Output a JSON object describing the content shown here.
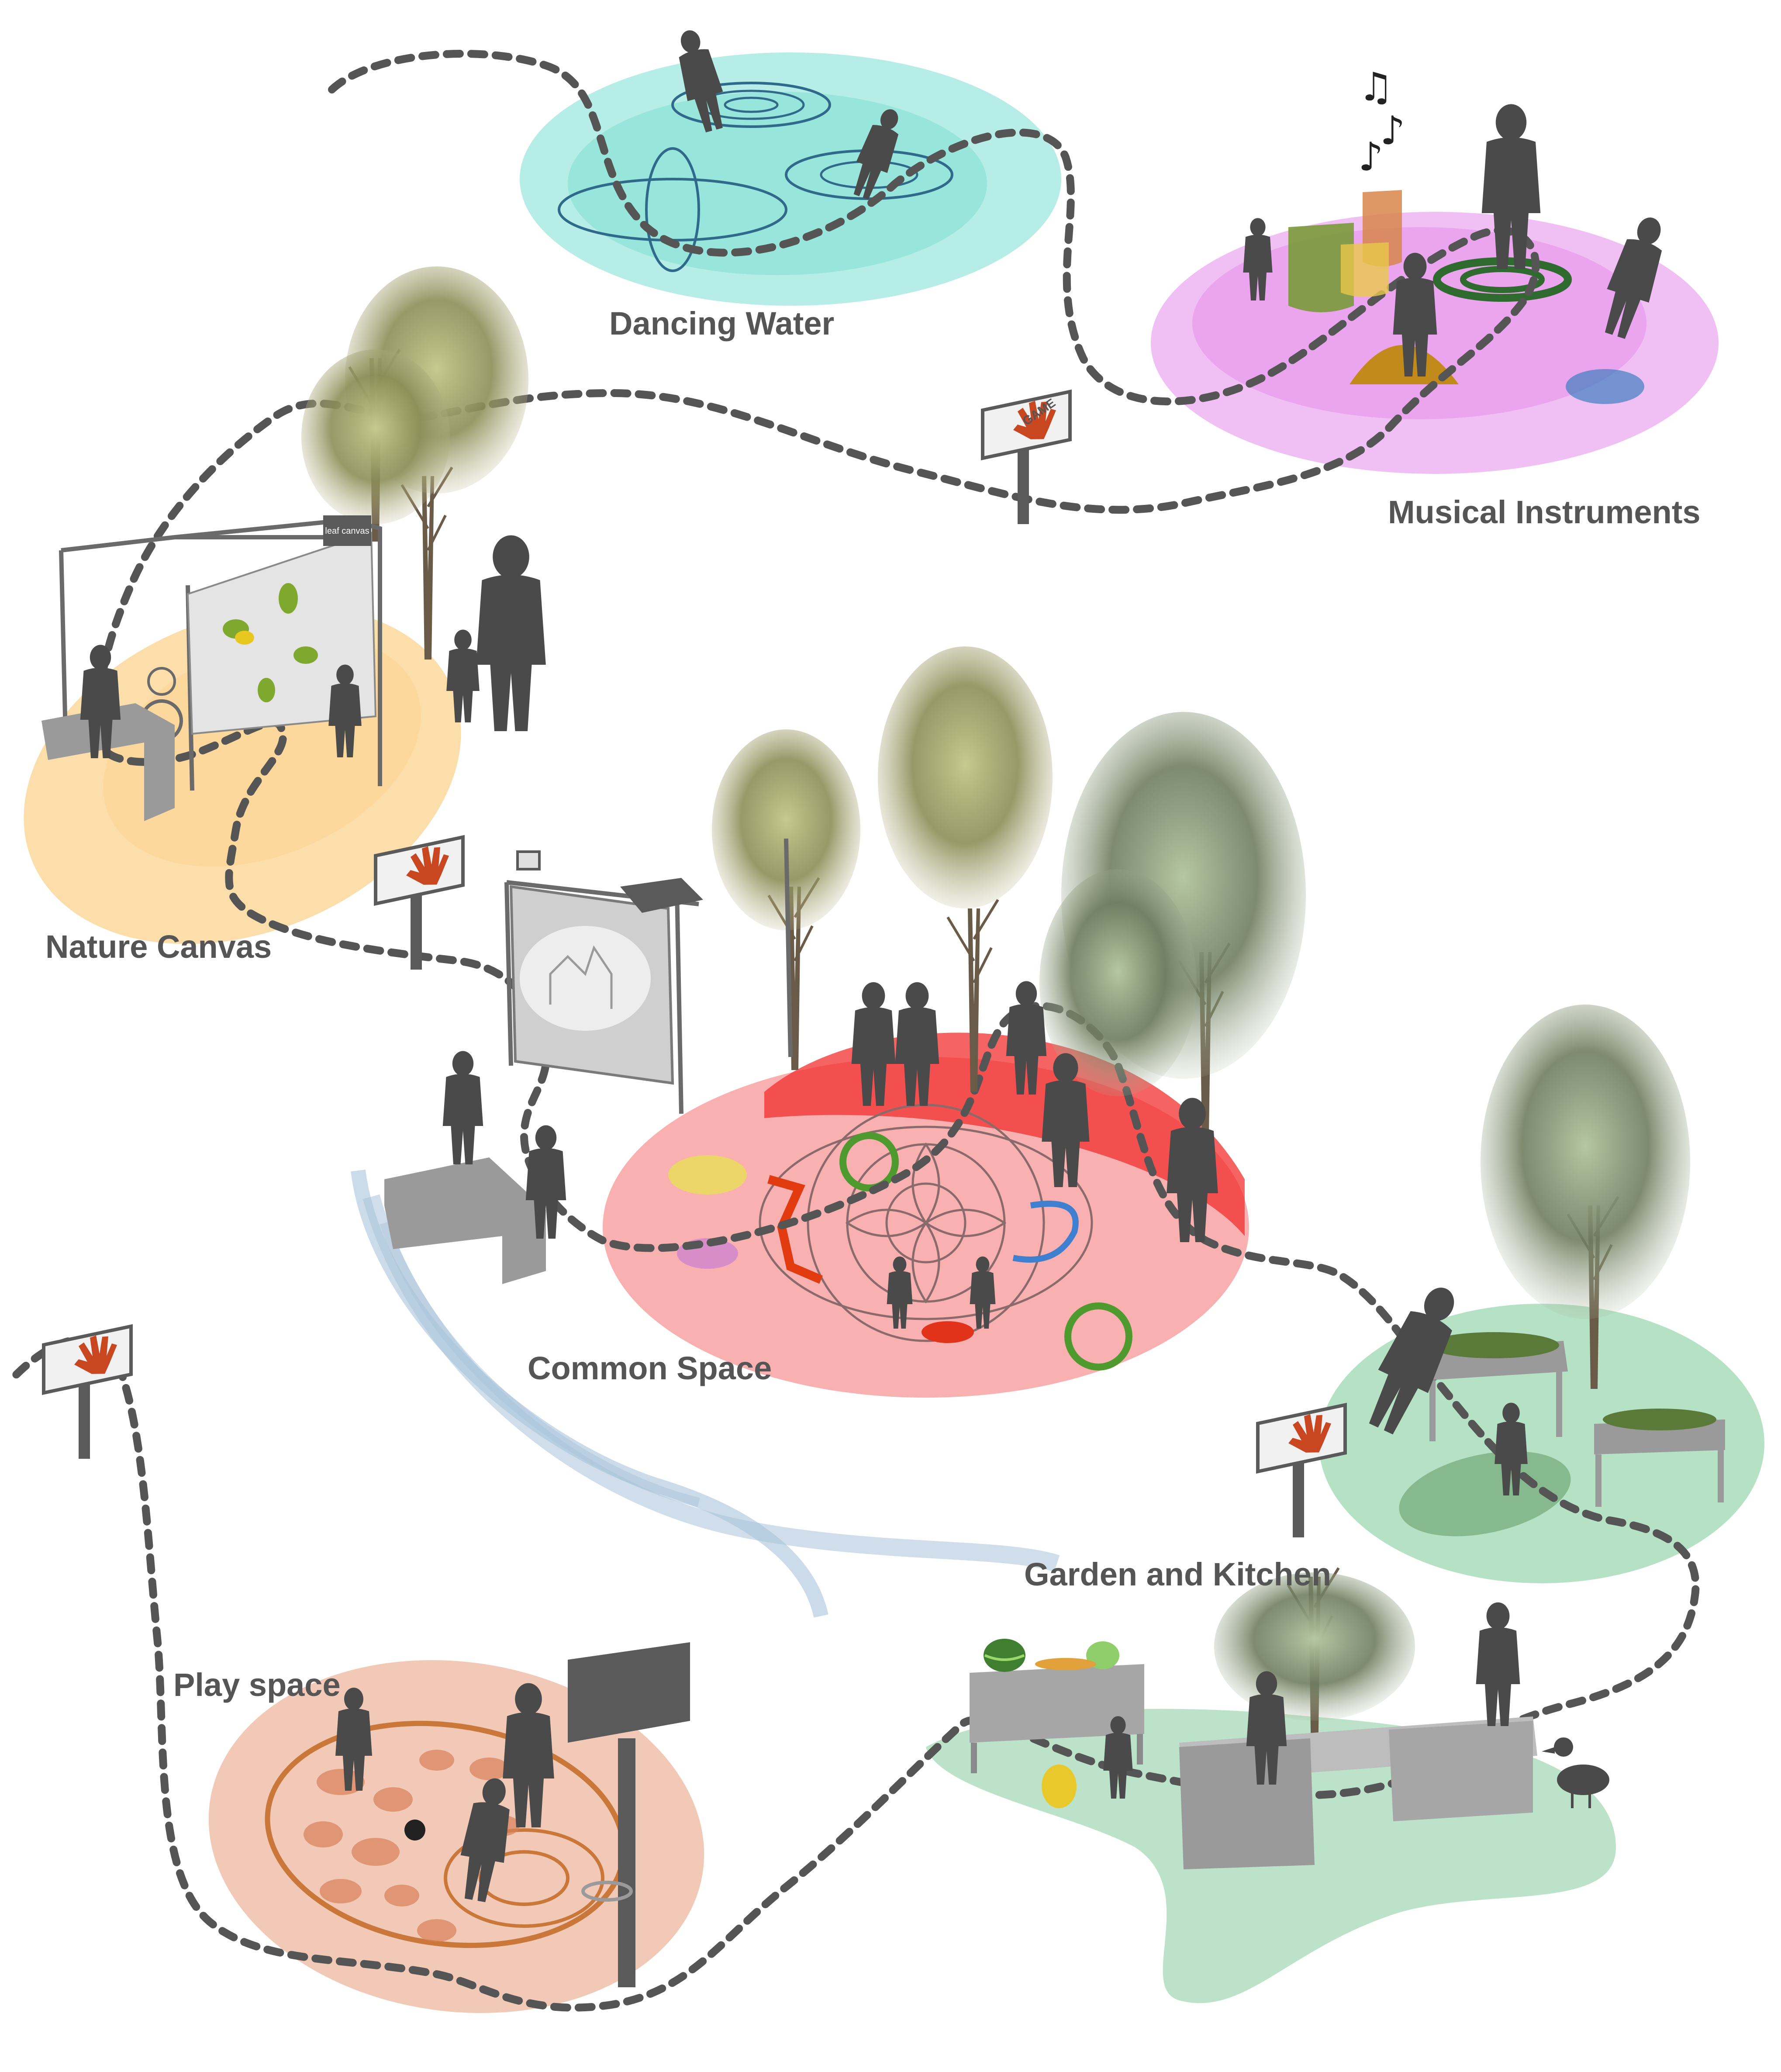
{
  "labels": {
    "dancing_water": "Dancing Water",
    "musical_instruments": "Musical Instruments",
    "nature_canvas": "Nature Canvas",
    "common_space": "Common Space",
    "garden_kitchen": "Garden and Kitchen",
    "play_space": "Play space"
  },
  "signs": {
    "game": "GAME",
    "canvas_tag": "leaf canvas"
  },
  "colors": {
    "label": "#555555",
    "path": "#555555",
    "silhouette": "#4a4a4a",
    "dancing_water": "#5fd6c9",
    "musical_instruments": "#e27fe7",
    "nature_canvas": "#fbd38f",
    "common_space": "#f47c7c",
    "common_space_band": "#f22f2f",
    "garden": "#79c894",
    "play_space": "#e89a7a",
    "stream": "#a9c3da",
    "game_hand": "#c84620"
  },
  "icons": [
    "hand-icon",
    "music-note-icon",
    "bicycle-icon",
    "tv-icon",
    "watermelon-icon",
    "duck-icon",
    "basketball-hoop-icon"
  ]
}
